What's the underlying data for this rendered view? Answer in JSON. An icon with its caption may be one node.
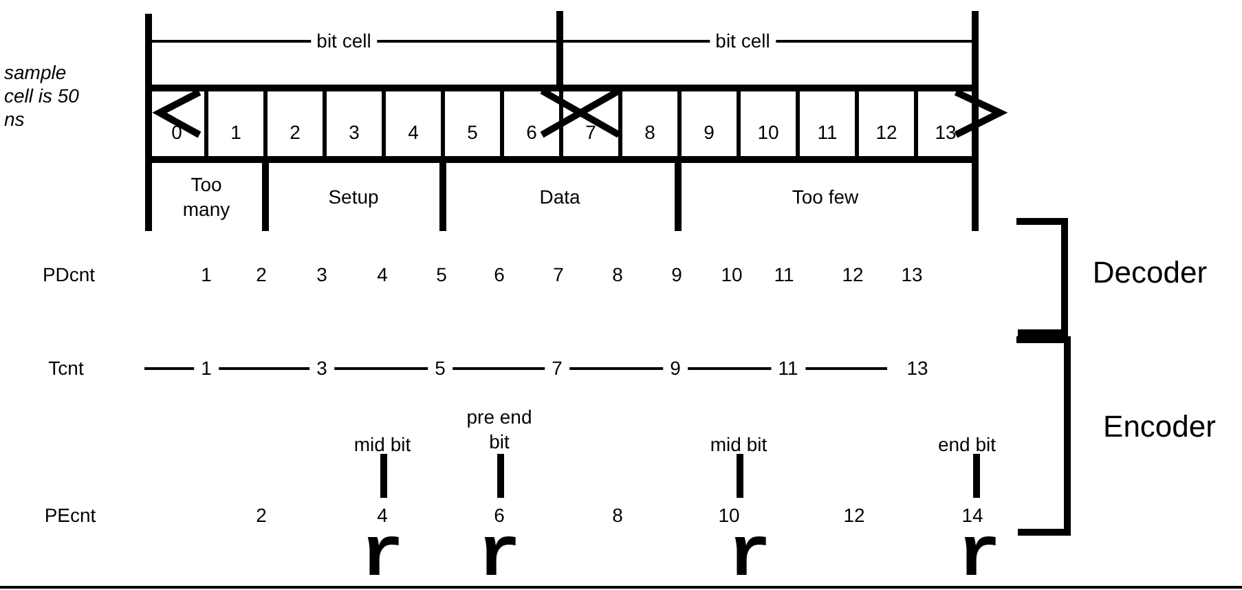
{
  "diagram": {
    "nodes": [
      {
        "text": [
          "0"
        ]
      },
      {
        "text": [
          "1"
        ]
      },
      {
        "text": [
          "2"
        ]
      },
      {
        "text": [
          "3"
        ]
      },
      {
        "text": [
          "4"
        ]
      },
      {
        "text": [
          "5"
        ]
      },
      {
        "text": [
          "6"
        ]
      },
      {
        "text": [
          "7"
        ]
      },
      {
        "text": [
          "8"
        ]
      },
      {
        "text": [
          "9"
        ]
      },
      {
        "text": [
          "10"
        ]
      },
      {
        "text": [
          "11"
        ]
      },
      {
        "text": [
          "12"
        ]
      },
      {
        "text": [
          "13"
        ]
      }
    ],
    "labels": [
      "bit cell",
      "bit cell",
      "sample cell is 50 ns",
      "Too many",
      "Setup",
      "Data",
      "Too few",
      "PDcnt",
      "1",
      "2",
      "3",
      "4",
      "5",
      "6",
      "7",
      "8",
      "9",
      "10",
      "11",
      "12",
      "13",
      "Decoder",
      "Tcnt",
      "1",
      "3",
      "5",
      "7",
      "9",
      "11",
      "13",
      "mid bit",
      "pre end bit",
      "mid bit",
      "end bit",
      "Encoder",
      "PEcnt",
      "2",
      "4",
      "6",
      "8",
      "10",
      "12",
      "14",
      "r",
      "r",
      "r",
      "r"
    ]
  }
}
